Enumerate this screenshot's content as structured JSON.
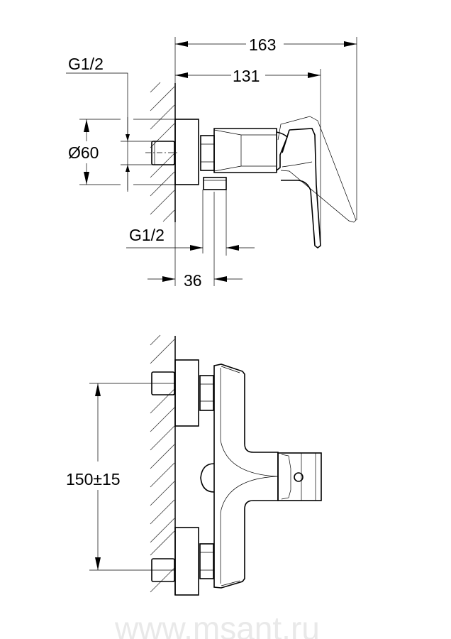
{
  "side_view": {
    "dim_overall": "163",
    "dim_body": "131",
    "thread_inlet": "G1/2",
    "diameter": "Ø60",
    "thread_outlet": "G1/2",
    "dim_outlet_offset": "36"
  },
  "front_view": {
    "dim_spacing": "150±15"
  },
  "watermark": "www.msant.ru"
}
